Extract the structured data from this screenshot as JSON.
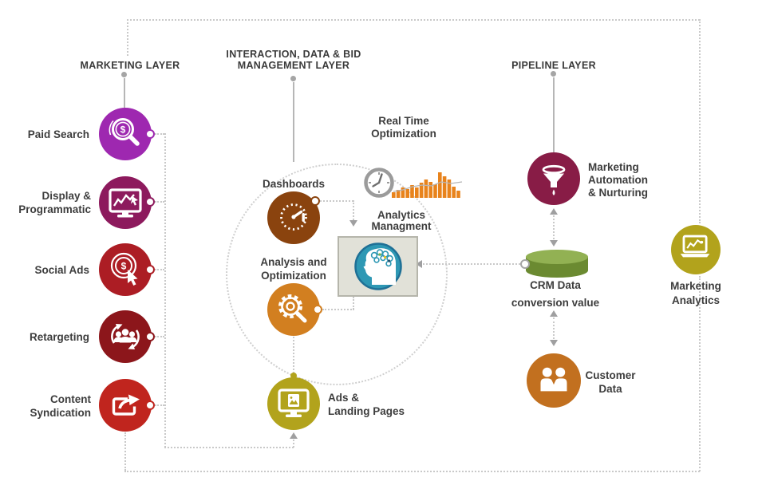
{
  "headers": {
    "marketing": "MARKETING LAYER",
    "interaction_line1": "INTERACTION, DATA & BID",
    "interaction_line2": "MANAGEMENT LAYER",
    "pipeline": "PIPELINE LAYER"
  },
  "marketing": {
    "paid_search": {
      "label": "Paid Search",
      "color": "#9e28b0"
    },
    "display_programmatic": {
      "line1": "Display &",
      "line2": "Programmatic",
      "color": "#8d1a5d"
    },
    "social_ads": {
      "label": "Social Ads",
      "color": "#ac1d24"
    },
    "retargeting": {
      "label": "Retargeting",
      "color": "#8c161b"
    },
    "content_syndication": {
      "line1": "Content",
      "line2": "Syndication",
      "color": "#c0251e"
    }
  },
  "interaction": {
    "dashboards": {
      "label": "Dashboards",
      "color": "#8a430e"
    },
    "analysis_optimization": {
      "line1": "Analysis and",
      "line2": "Optimization",
      "color": "#d27f20"
    },
    "analytics_management": {
      "line1": "Analytics",
      "line2": "Managment",
      "frame_color": "#e1e1d8",
      "globe_color": "#2e98b4"
    },
    "real_time_optimization": {
      "line1": "Real Time",
      "line2": "Optimization",
      "bar_color": "#e8831c"
    },
    "ads_landing_pages": {
      "line1": "Ads &",
      "line2": "Landing Pages",
      "color": "#b2a31c"
    }
  },
  "pipeline": {
    "marketing_automation": {
      "line1": "Marketing",
      "line2": "Automation",
      "line3": "& Nurturing",
      "color": "#881c46"
    },
    "crm_data": {
      "line1": "CRM Data",
      "line2": "conversion value",
      "top_color": "#92b153",
      "body_color": "#6b8a31"
    },
    "customer_data": {
      "line1": "Customer",
      "line2": "Data",
      "color": "#c2701f"
    },
    "marketing_analytics": {
      "line1": "Marketing",
      "line2": "Analytics",
      "color": "#b2a31c"
    }
  },
  "glyphs": {
    "dollar": "$"
  }
}
